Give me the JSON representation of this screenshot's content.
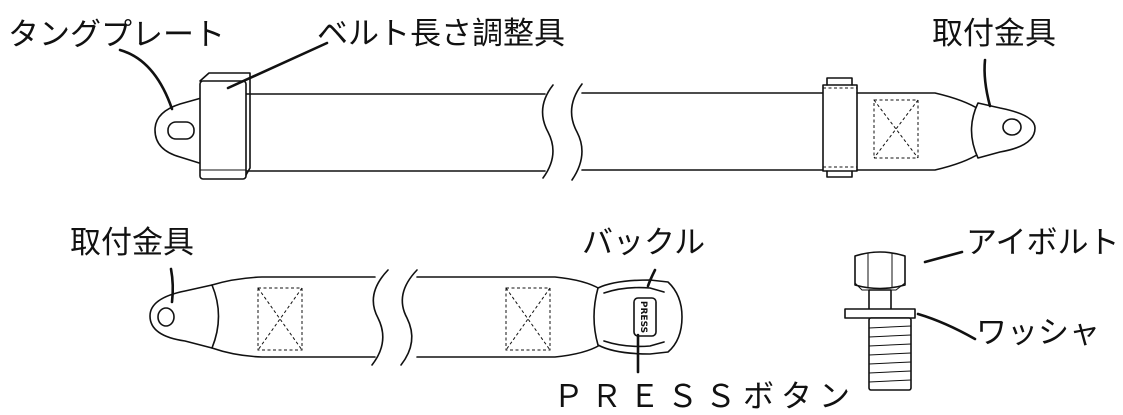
{
  "labels": {
    "tongue_plate": "タングプレート",
    "belt_adjuster": "ベルト長さ調整具",
    "anchor_top": "取付金具",
    "anchor_bottom": "取付金具",
    "buckle": "バックル",
    "press_button": "ＰＲＥＳＳボタン",
    "eye_bolt": "アイボルト",
    "washer": "ワッシャ"
  },
  "button_text": "PRESS"
}
